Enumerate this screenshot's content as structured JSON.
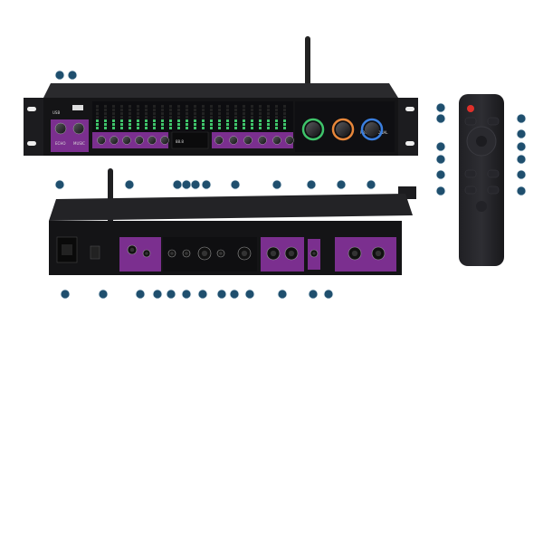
{
  "front_panel": {
    "left_labels": [
      "ECHO",
      "MUSIC"
    ],
    "brand_right": "PROFESSIONAL"
  },
  "colors": {
    "chassis": "#1b1b1d",
    "panel": "#141416",
    "accent_purple": "#7b2f8f",
    "knob_ring_green": "#3fc46a",
    "knob_ring_orange": "#e8873a",
    "knob_ring_blue": "#3a7fe0",
    "callout": "#1f4f6e",
    "power_red": "#e0302a"
  },
  "icons": [
    "antenna-icon",
    "power-button-icon",
    "bluetooth-icon",
    "mic-icon"
  ]
}
